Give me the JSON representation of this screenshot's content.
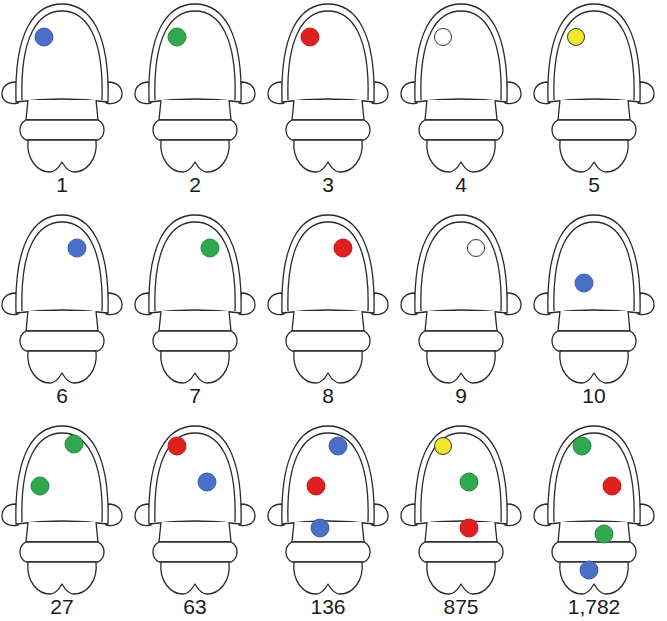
{
  "diagram": {
    "labels": [
      "1",
      "2",
      "3",
      "4",
      "5",
      "6",
      "7",
      "8",
      "9",
      "10",
      "27",
      "63",
      "136",
      "875",
      "1,782"
    ]
  }
}
